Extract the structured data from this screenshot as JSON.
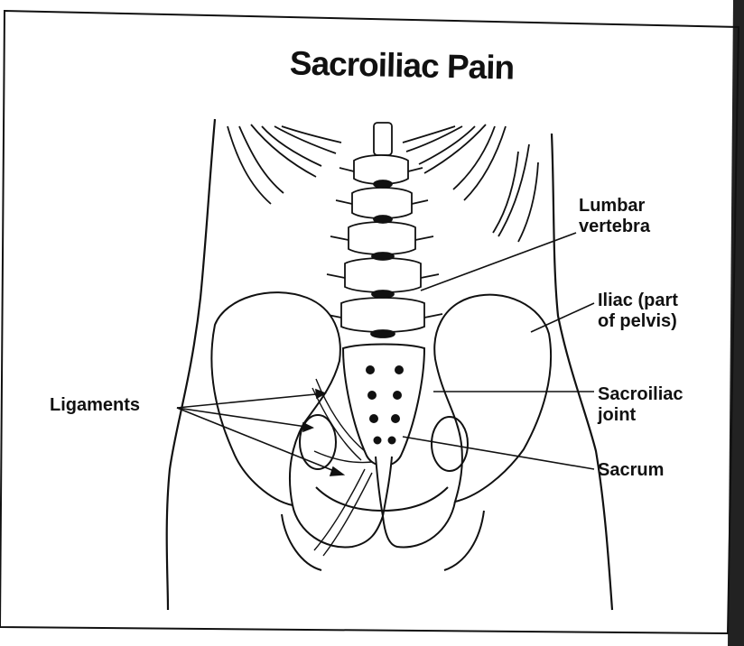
{
  "title": "Sacroiliac Pain",
  "labels": {
    "lumbar_line1": "Lumbar",
    "lumbar_line2": "vertebra",
    "iliac_line1": "Iliac (part",
    "iliac_line2": "of pelvis)",
    "sacroiliac_line1": "Sacroiliac",
    "sacroiliac_line2": "joint",
    "sacrum": "Sacrum",
    "ligaments": "Ligaments"
  }
}
